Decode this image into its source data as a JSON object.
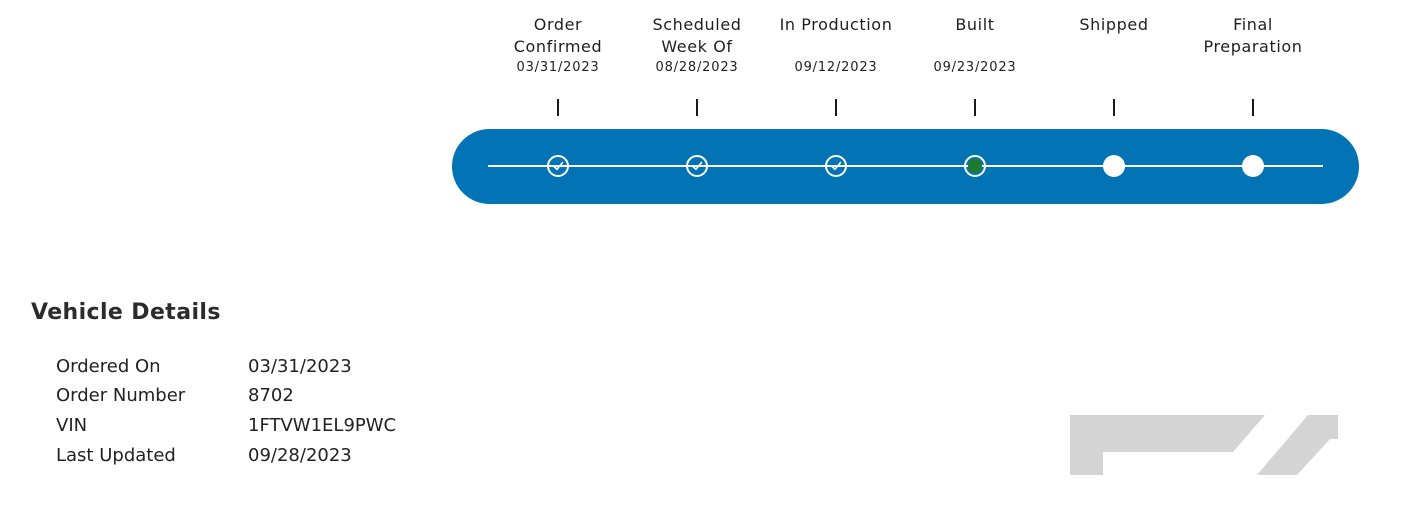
{
  "colors": {
    "track": "#0274b5",
    "current_dot": "#1f7a2d",
    "logo_gray": "#d4d4d4"
  },
  "steps": [
    {
      "label_line1": "Order",
      "label_line2": "Confirmed",
      "date": "03/31/2023",
      "status": "done"
    },
    {
      "label_line1": "Scheduled",
      "label_line2": "Week Of",
      "date": "08/28/2023",
      "status": "done"
    },
    {
      "label_line1": "In Production",
      "label_line2": "",
      "date": "09/12/2023",
      "status": "done"
    },
    {
      "label_line1": "Built",
      "label_line2": "",
      "date": "09/23/2023",
      "status": "current"
    },
    {
      "label_line1": "Shipped",
      "label_line2": "",
      "date": "",
      "status": "future"
    },
    {
      "label_line1": "Final",
      "label_line2": "Preparation",
      "date": "",
      "status": "future"
    }
  ],
  "vehicle_details": {
    "title": "Vehicle Details",
    "rows": [
      {
        "label": "Ordered On",
        "value": "03/31/2023"
      },
      {
        "label": "Order Number",
        "value": "8702"
      },
      {
        "label": "VIN",
        "value": "1FTVW1EL9PWC"
      },
      {
        "label": "Last Updated",
        "value": "09/28/2023"
      }
    ]
  }
}
